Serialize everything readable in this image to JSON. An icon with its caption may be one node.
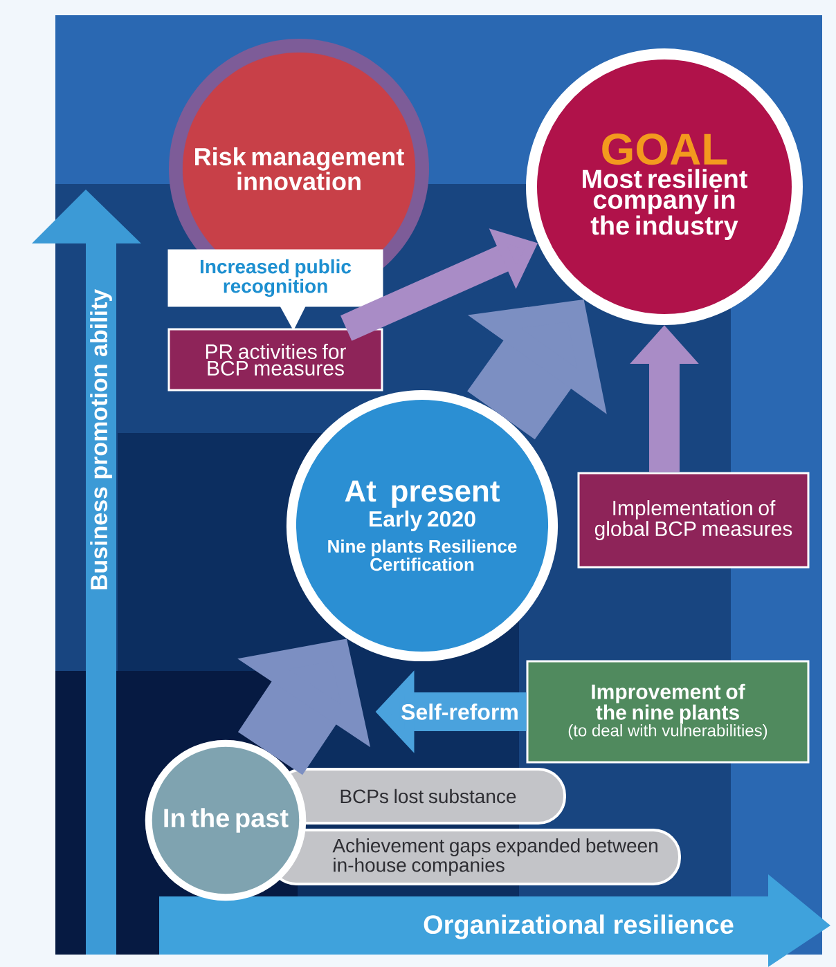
{
  "diagram": {
    "nodes": [
      {
        "text": [
          "Risk management innovation"
        ]
      },
      {
        "text": [
          "GOAL",
          "Most resilient company in the industry"
        ]
      },
      {
        "text": [
          "Increased public recognition"
        ]
      },
      {
        "text": [
          "PR activities for BCP measures"
        ]
      },
      {
        "text": [
          "At present",
          "Early 2020",
          "Nine plants Resilience Certification"
        ]
      },
      {
        "text": [
          "Implementation of global BCP measures"
        ]
      },
      {
        "text": [
          "Improvement of the nine plants",
          "(to deal with vulnerabilities)"
        ]
      },
      {
        "text": [
          "In the past"
        ]
      },
      {
        "text": [
          "BCPs lost substance"
        ]
      },
      {
        "text": [
          "Achievement gaps expanded between in-house companies"
        ]
      }
    ],
    "edges": [
      {
        "from": 3,
        "to": 1,
        "arrow": "to",
        "color": "#a98cc6"
      },
      {
        "from": 5,
        "to": 1,
        "arrow": "to",
        "color": "#a98cc6"
      },
      {
        "from": 6,
        "to": null,
        "arrow": "to",
        "label": "Self-reform",
        "color": "#4aa2dd"
      },
      {
        "from": 7,
        "to": 4,
        "arrow": "to",
        "style": "thick",
        "color": "#7c8fc2"
      },
      {
        "from": 4,
        "to": 1,
        "arrow": "to",
        "style": "thick",
        "color": "#7c8fc2"
      }
    ],
    "labels": [
      "Business promotion ability",
      "Organizational resilience"
    ]
  }
}
